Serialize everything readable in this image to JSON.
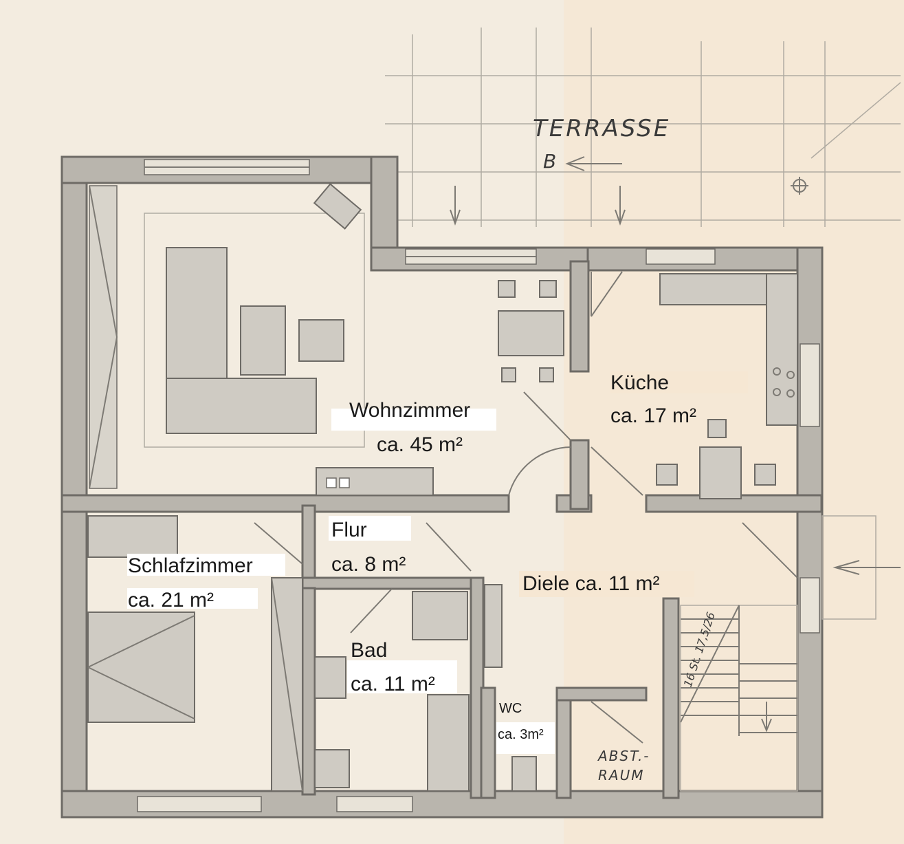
{
  "outside": {
    "terrace": "TERRASSE",
    "section_mark": "B"
  },
  "rooms": {
    "wohnzimmer": {
      "name": "Wohnzimmer",
      "area": "ca. 45 m²"
    },
    "kueche": {
      "name": "Küche",
      "area": "ca. 17 m²"
    },
    "flur": {
      "name": "Flur",
      "area": "ca. 8 m²"
    },
    "schlafzimmer": {
      "name": "Schlafzimmer",
      "area": "ca. 21 m²"
    },
    "diele": {
      "label": "Diele ca. 11 m²"
    },
    "bad": {
      "name": "Bad",
      "area": "ca. 11 m²"
    },
    "wc": {
      "name": "WC",
      "area": "ca. 3m²"
    },
    "abstellraum": {
      "line1": "ABST.-",
      "line2": "RAUM"
    }
  },
  "stairs": {
    "note": "16 St. 17,5/26"
  }
}
